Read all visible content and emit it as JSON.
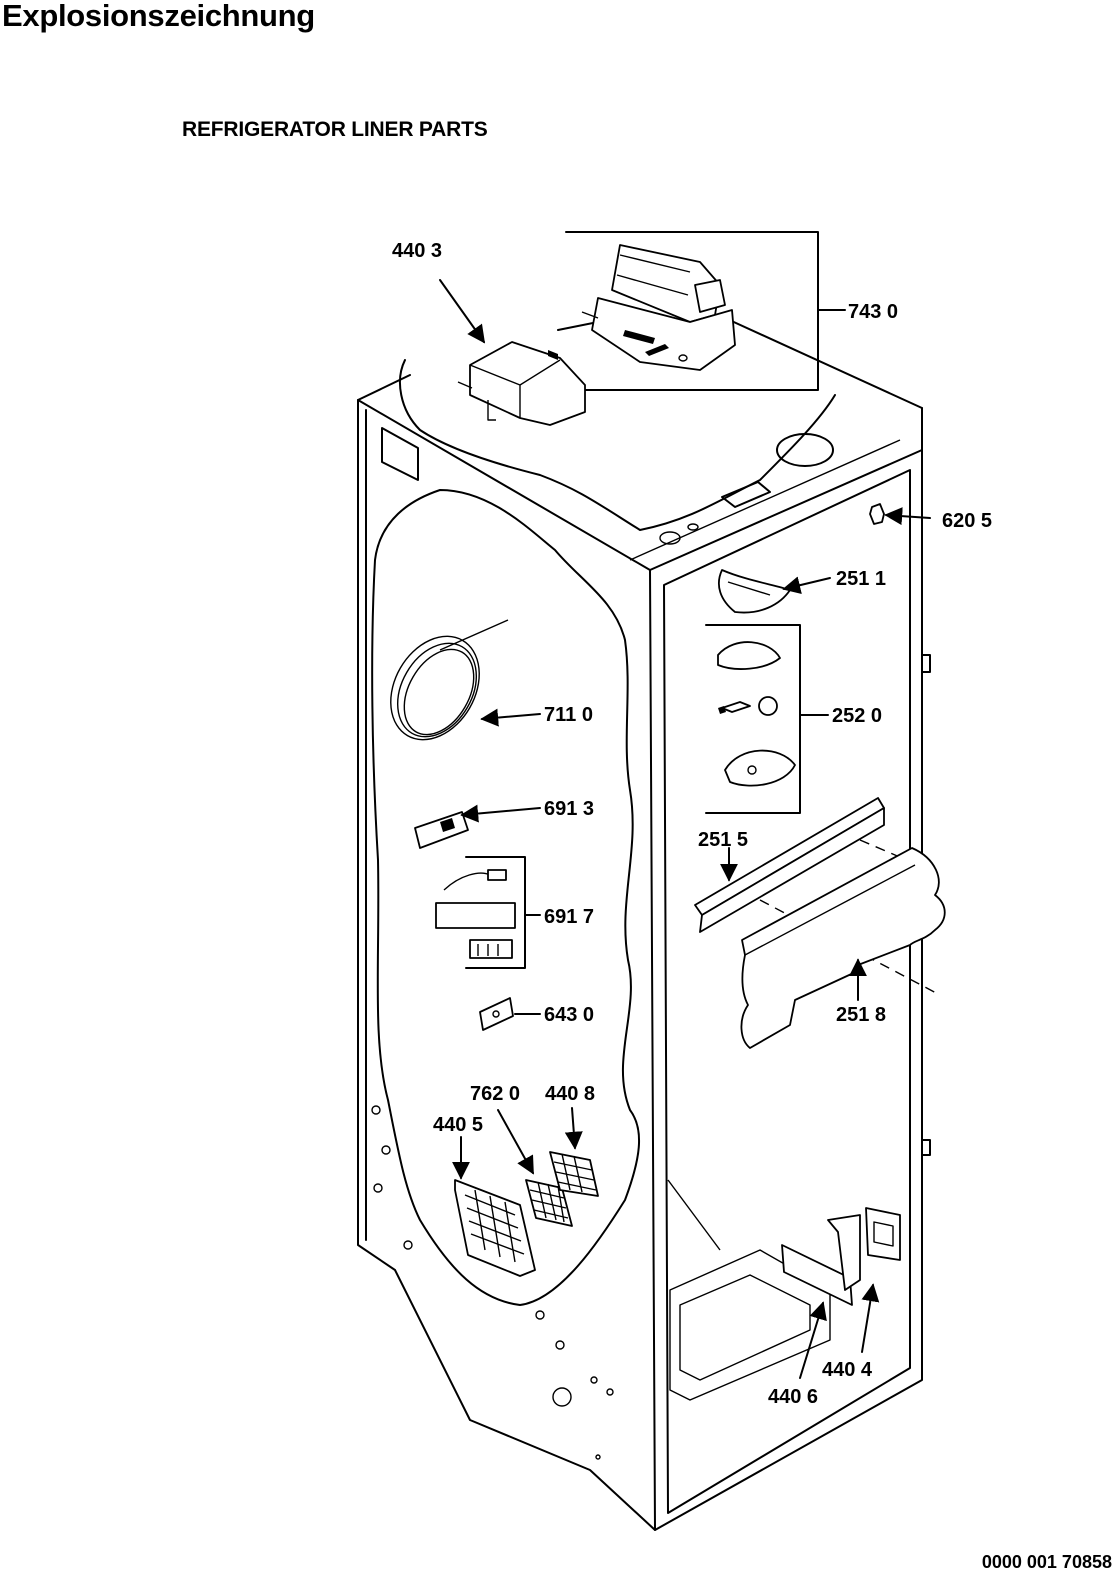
{
  "page_title": "Explosionszeichnung",
  "section_title": "REFRIGERATOR LINER PARTS",
  "document_number": "0000 001 70858",
  "part_labels": {
    "p4403": "440 3",
    "p7430": "743 0",
    "p6205": "620 5",
    "p2511": "251 1",
    "p2520": "252 0",
    "p7110": "711 0",
    "p6913": "691 3",
    "p2515": "251 5",
    "p6917": "691 7",
    "p6430": "643 0",
    "p2518": "251 8",
    "p7620": "762 0",
    "p4408": "440 8",
    "p4405": "440 5",
    "p4404": "440 4",
    "p4406": "440 6"
  }
}
